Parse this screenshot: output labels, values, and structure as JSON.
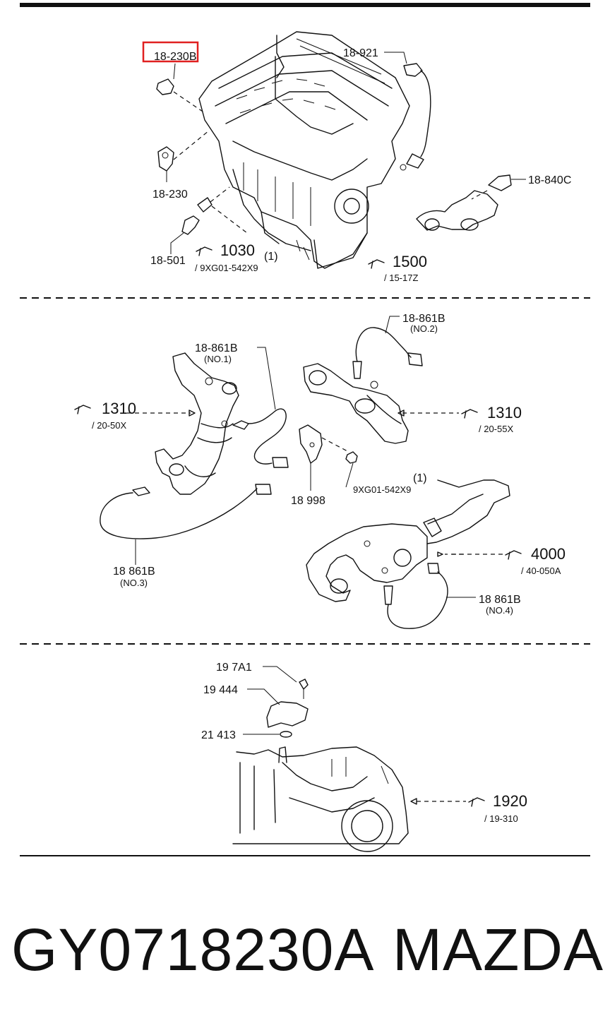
{
  "labels": {
    "sensor_top": "18-230B",
    "cable_top": "18-921",
    "sensor_mid": "18-230",
    "sensor_lower": "18-501",
    "ref_1030": "1030",
    "note_1030_a": "(1)",
    "note_1030_b": "/ 9XG01-542X9",
    "sensor_840": "18-840C",
    "ref_1500": "1500",
    "note_1500": "/ 15-17Z",
    "o2_no2": "18-861B",
    "o2_no2_sub": "(NO.2)",
    "o2_no1": "18-861B",
    "o2_no1_sub": "(NO.1)",
    "ref_1310_left": "1310",
    "note_1310_left": "/ 20-50X",
    "ref_1310_right": "1310",
    "note_1310_right": "/ 20-55X",
    "bracket": "18 998",
    "nut_a": "(1)",
    "nut_b": "9XG01-542X9",
    "ref_4000": "4000",
    "note_4000": "/ 40-050A",
    "o2_no3": "18 861B",
    "o2_no3_sub": "(NO.3)",
    "o2_no4": "18 861B",
    "o2_no4_sub": "(NO.4)",
    "bolt": "19 7A1",
    "switch": "19 444",
    "oring": "21 413",
    "ref_1920": "1920",
    "note_1920": "/ 19-310"
  },
  "footer": {
    "part_number": "GY0718230A",
    "brand": "MAZDA"
  },
  "colors": {
    "highlight": "#e02020",
    "line": "#111111"
  }
}
